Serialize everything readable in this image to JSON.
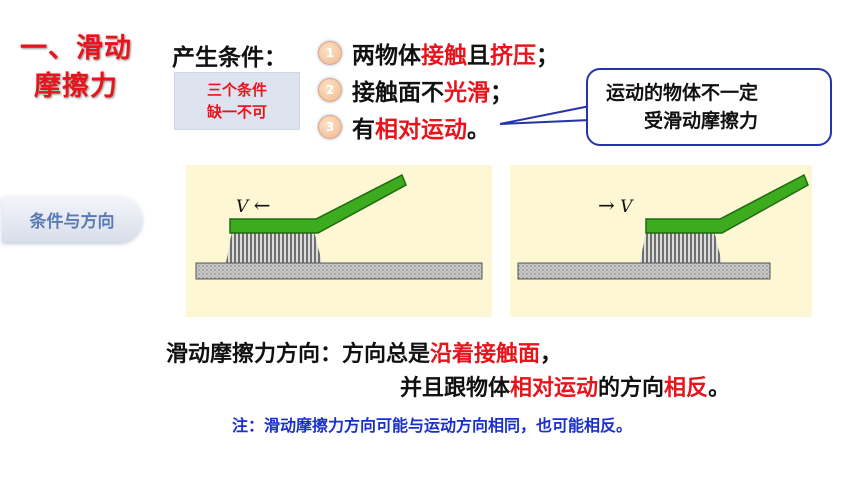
{
  "title": {
    "line1": "一、滑动",
    "line2": "摩擦力"
  },
  "conditions": {
    "label": "产生条件：",
    "box": {
      "line1": "三个条件",
      "line2": "缺一不可"
    },
    "items": [
      {
        "num": "1",
        "parts": [
          "两物体",
          "接触",
          "且",
          "挤压",
          "；"
        ]
      },
      {
        "num": "2",
        "parts": [
          "接触面不",
          "光滑",
          "；"
        ]
      },
      {
        "num": "3",
        "parts": [
          "有",
          "相对运动",
          "。"
        ]
      }
    ]
  },
  "callout": {
    "line1": "运动的物体不一定",
    "line2": "受滑动摩擦力"
  },
  "side_tag": "条件与方向",
  "diagrams": [
    {
      "label": "V",
      "arrow": "←"
    },
    {
      "label": "V",
      "arrow": "→"
    }
  ],
  "direction": {
    "line1": [
      "滑动摩擦力方向：方向总是",
      "沿着接触面",
      "，"
    ],
    "line2": [
      "并且跟物体",
      "相对运动",
      "的方向",
      "相反",
      "。"
    ]
  },
  "note": "注：滑动摩擦力方向可能与运动方向相同，也可能相反。",
  "colors": {
    "emphasis": "#e8141c",
    "note": "#1a2fd0",
    "brush": "#3dab1e",
    "callout_border": "#2534a8"
  }
}
